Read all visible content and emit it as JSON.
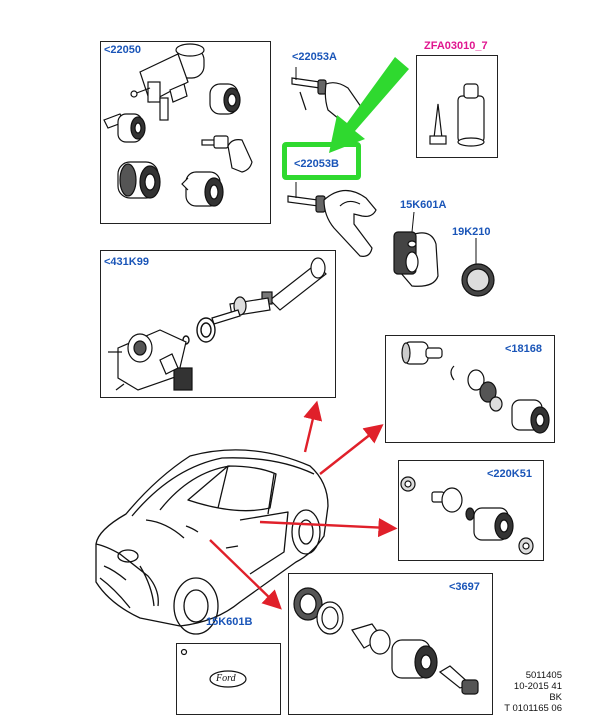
{
  "labels": {
    "p22050": "<22050",
    "p22053A": "<22053A",
    "pZFA": "ZFA03010_7",
    "p22053B": "<22053B",
    "p15K601A": "15K601A",
    "p19K210": "19K210",
    "p431K99": "<431K99",
    "p18168": "<18168",
    "p220K51": "<220K51",
    "p3697": "<3697",
    "p15K601B": "15K601B"
  },
  "logo_text": "Ford",
  "ref": {
    "line1": "5011405",
    "line2": "10-2015 41",
    "line3": "BK",
    "line4": "T 0101165 06"
  },
  "colors": {
    "callout_blue": "#1a55b8",
    "callout_magenta": "#e0168f",
    "arrow_red": "#e0202a",
    "highlight_green": "#2fd92f"
  }
}
